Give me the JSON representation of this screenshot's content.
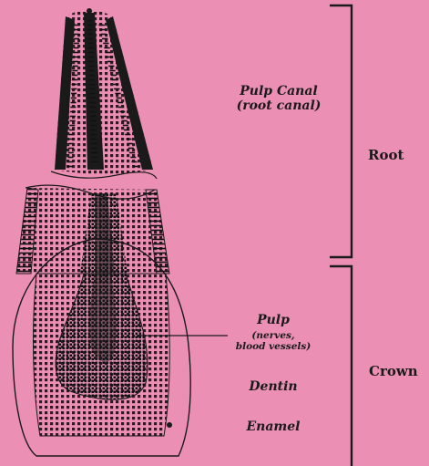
{
  "background_color": "#ec8fb5",
  "ink_color": "#1a1a1a",
  "labels": {
    "pulp_canal": "Pulp Canal",
    "pulp_canal_alt": "(root canal)",
    "pulp": "Pulp",
    "pulp_detail_1": "(nerves,",
    "pulp_detail_2": "blood vessels)",
    "dentin": "Dentin",
    "enamel": "Enamel"
  },
  "sections": {
    "root": "Root",
    "crown": "Crown"
  }
}
